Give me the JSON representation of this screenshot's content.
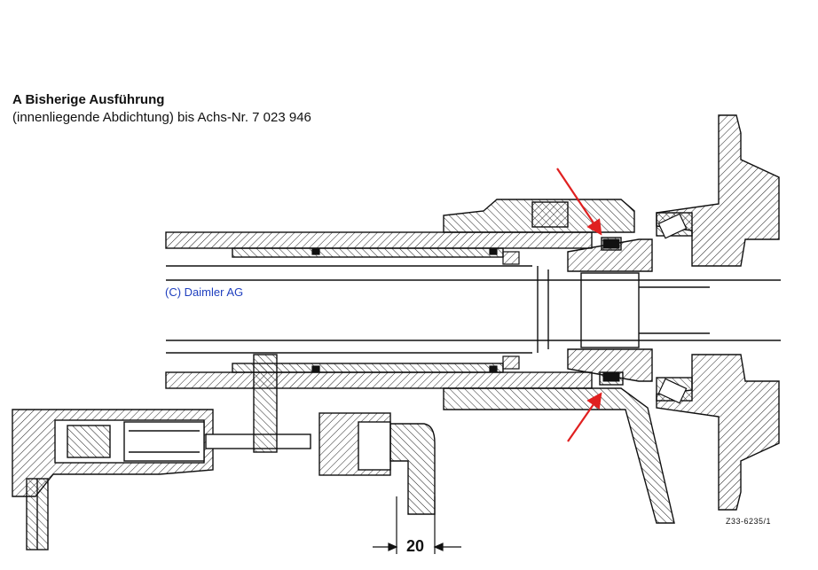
{
  "diagram": {
    "title": "A Bisherige Ausführung",
    "subtitle": "(innenliegende Abdichtung) bis Achs-Nr. 7 023 946",
    "copyright": "(C) Daimler AG",
    "reference": "Z33-6235/1",
    "dimension": "20",
    "arrow_color": "#e02020",
    "copyright_color": "#1f3fbf"
  }
}
